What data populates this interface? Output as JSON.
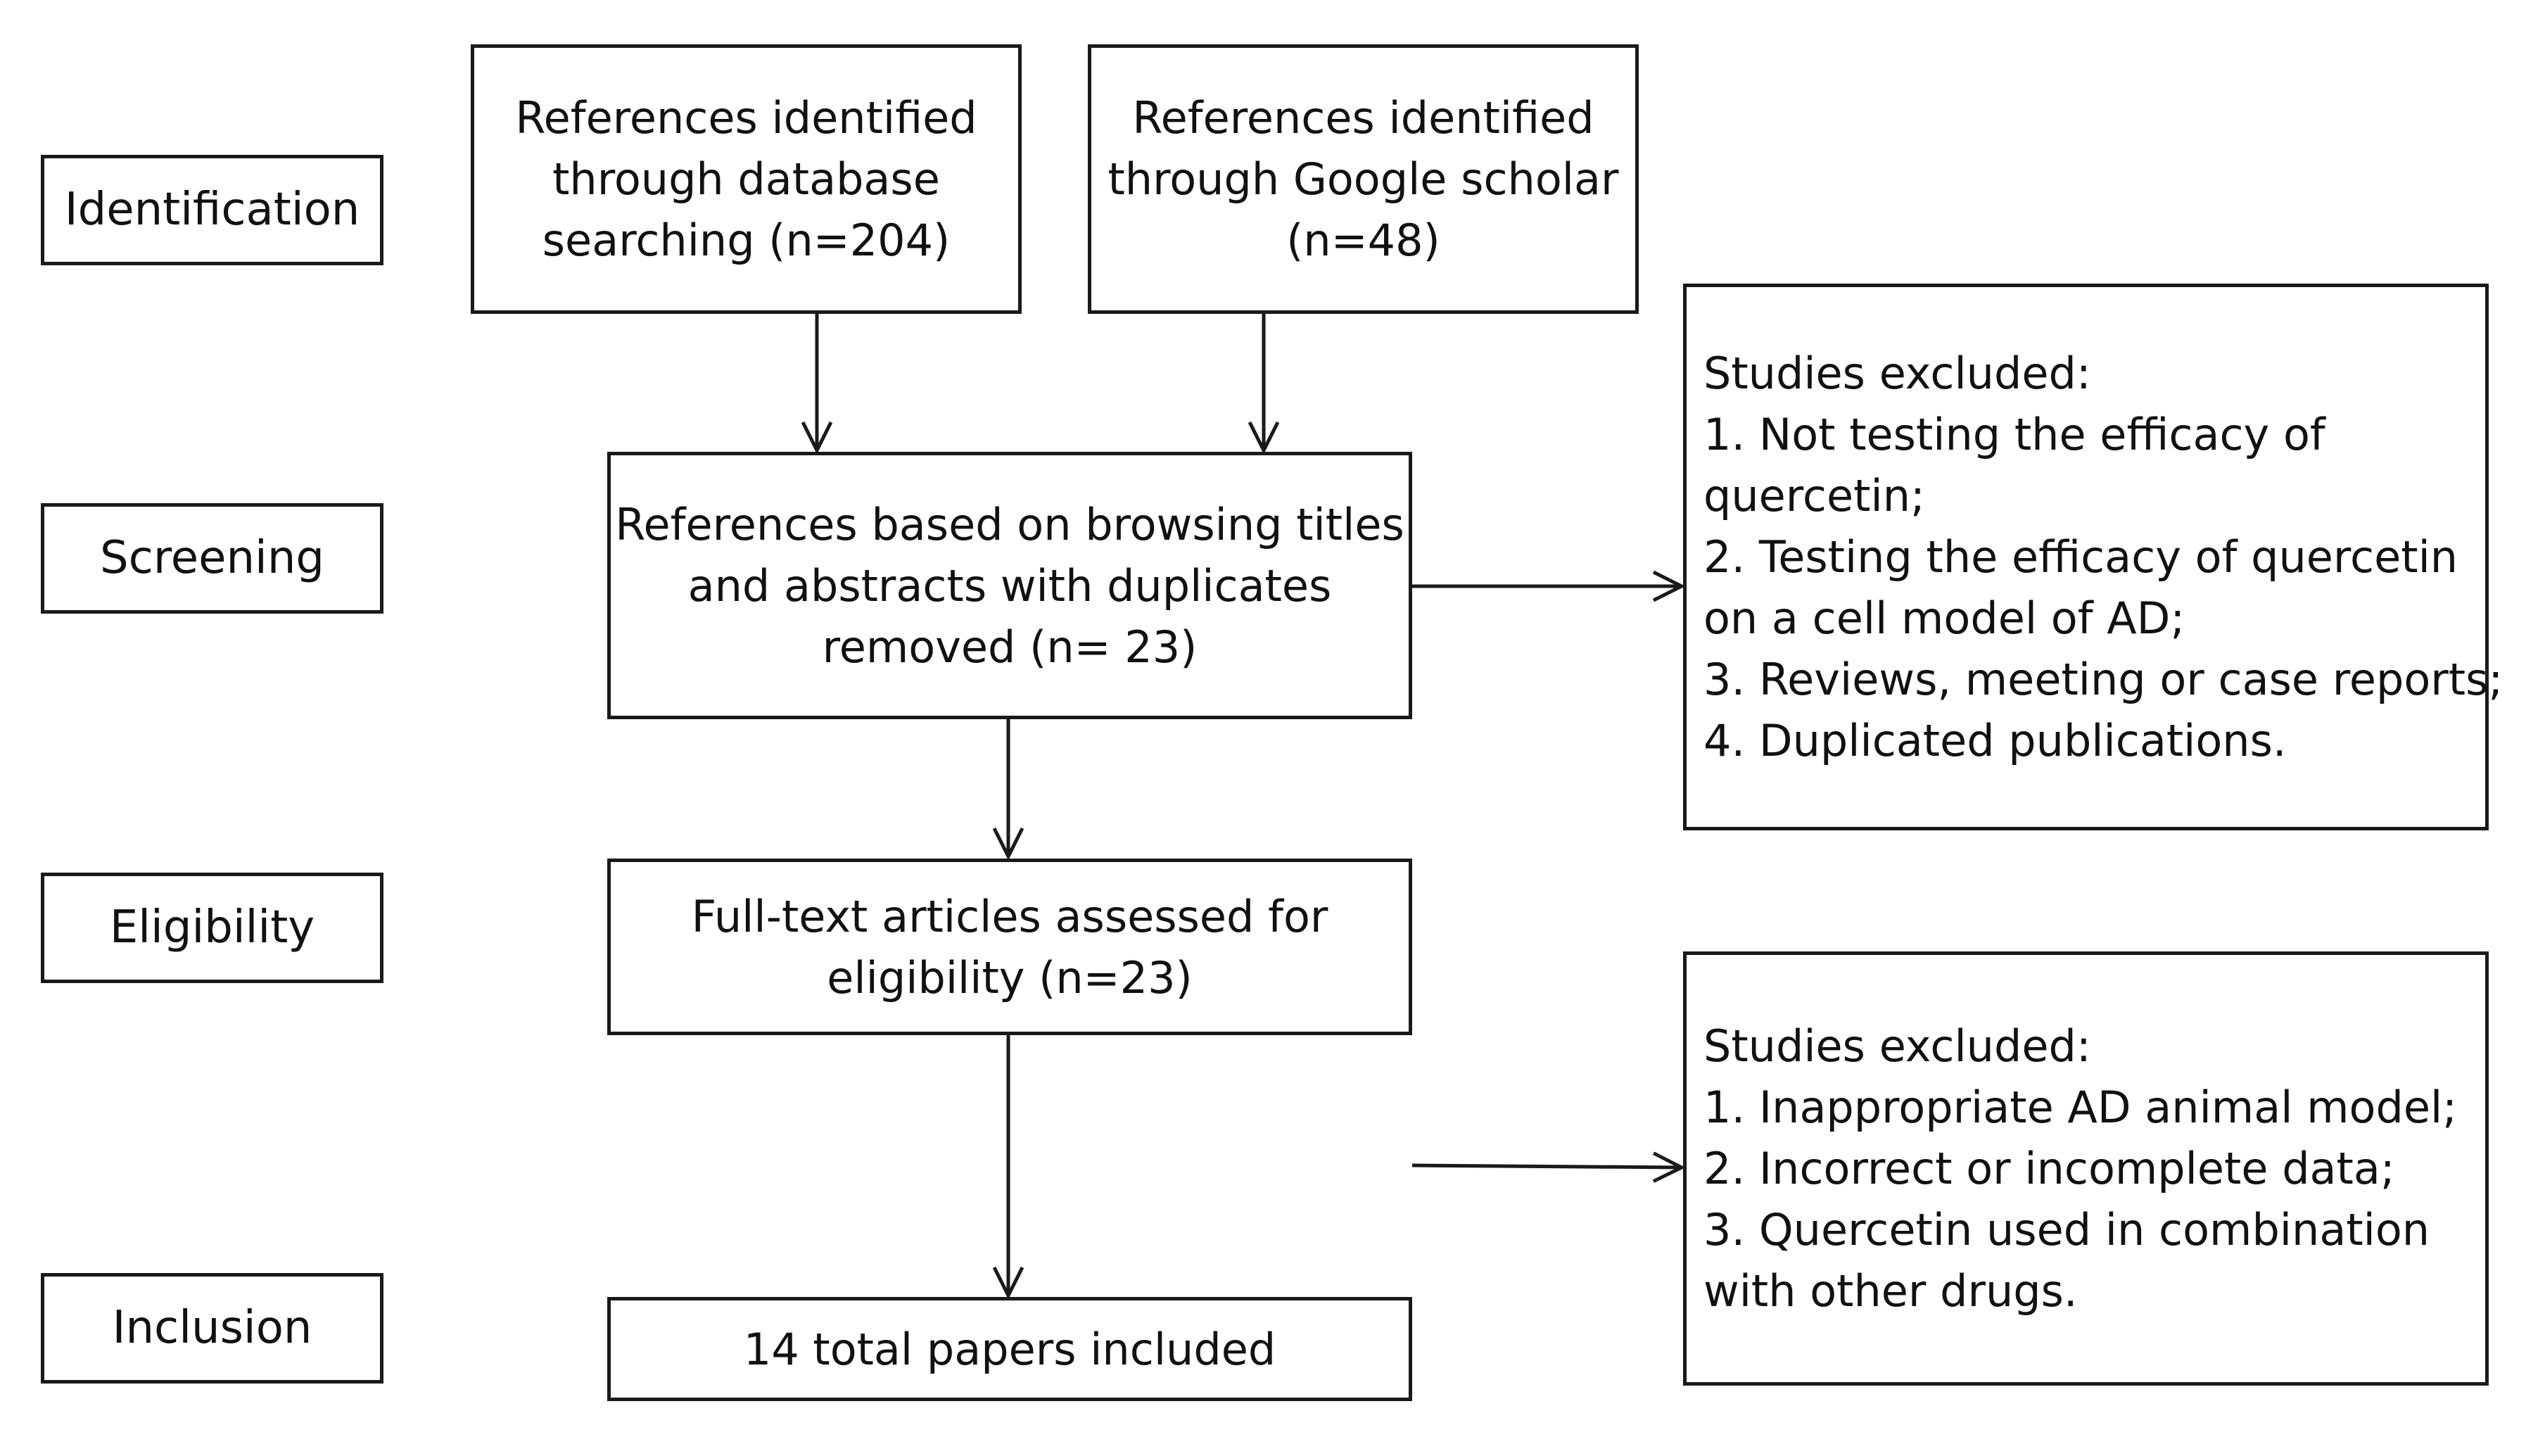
{
  "stages": [
    "Identification",
    "Screening",
    "Eligibility",
    "Inclusion"
  ],
  "flow": {
    "database": {
      "lines": [
        "References identified",
        "through database",
        "searching (n=204)"
      ]
    },
    "scholar": {
      "lines": [
        "References identified",
        "through Google scholar",
        "(n=48)"
      ]
    },
    "screening": {
      "lines": [
        "References based on browsing titles",
        "and abstracts with duplicates",
        "removed (n= 23)"
      ]
    },
    "eligibility": {
      "lines": [
        "Full-text articles assessed for",
        "eligibility (n=23)"
      ]
    },
    "inclusion": {
      "lines": [
        "14 total papers included"
      ]
    }
  },
  "exclusions": {
    "screening": {
      "lines": [
        "Studies excluded:",
        "1. Not testing the efficacy of",
        "quercetin;",
        "2. Testing the efficacy of quercetin",
        "on a cell model of AD;",
        "3. Reviews, meeting or case reports;",
        "4. Duplicated publications."
      ]
    },
    "eligibility": {
      "lines": [
        "Studies excluded:",
        "1. Inappropriate AD animal model;",
        "2. Incorrect or incomplete data;",
        "3. Quercetin used in combination",
        "with other drugs."
      ]
    }
  }
}
